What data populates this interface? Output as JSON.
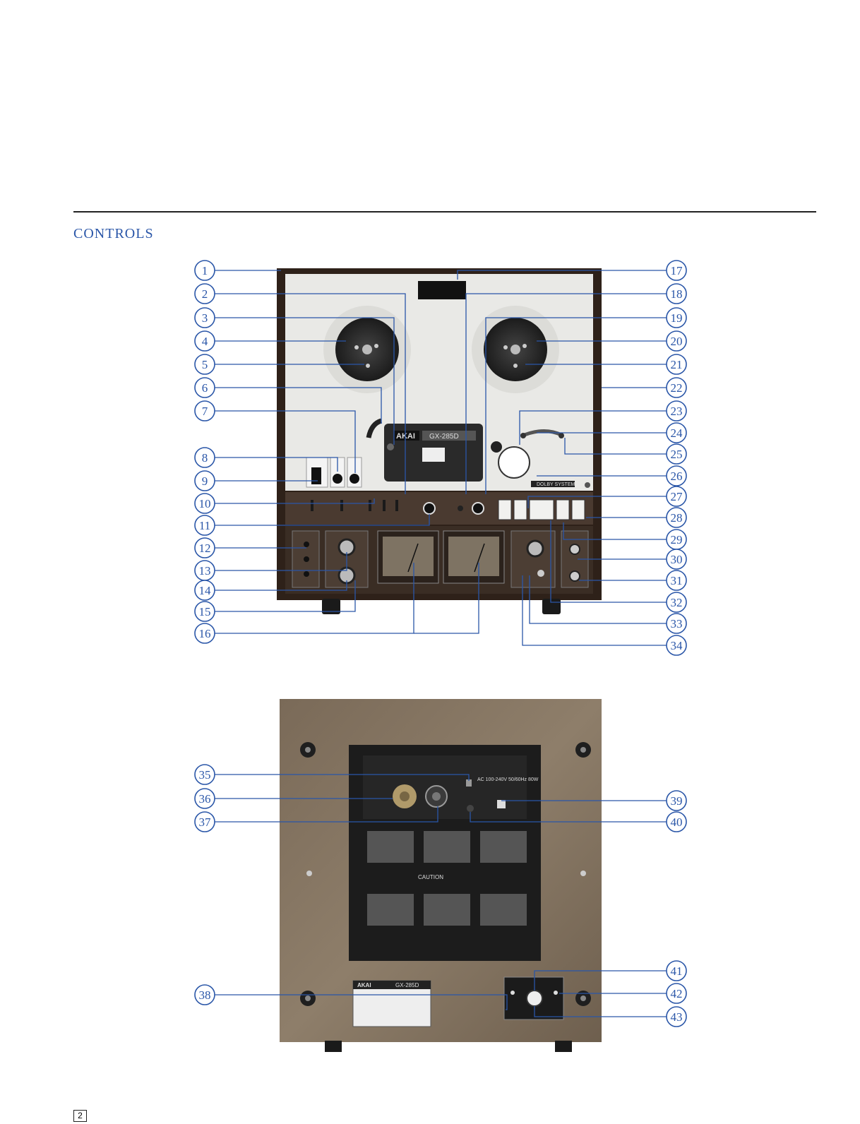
{
  "heading": "CONTROLS",
  "page_number": "2",
  "front_panel": {
    "brand": "AKAI",
    "model": "GX-285D",
    "dolby_label": "DOLBY SYSTEM",
    "left_callouts": [
      "1",
      "2",
      "3",
      "4",
      "5",
      "6",
      "7",
      "8",
      "9",
      "10",
      "11",
      "12",
      "13",
      "14",
      "15",
      "16"
    ],
    "right_callouts": [
      "17",
      "18",
      "19",
      "20",
      "21",
      "22",
      "23",
      "24",
      "25",
      "26",
      "27",
      "28",
      "29",
      "30",
      "31",
      "32",
      "33",
      "34"
    ]
  },
  "rear_panel": {
    "brand": "AKAI",
    "model": "GX-285D",
    "power_label": "AC 100-240V 50/60Hz 80W",
    "caution_label": "CAUTION",
    "left_callouts": [
      "35",
      "36",
      "37",
      "38"
    ],
    "right_callouts": [
      "39",
      "40",
      "41",
      "42",
      "43"
    ]
  },
  "colors": {
    "accent": "#2a56a8",
    "cabinet": "#3a2a20",
    "faceplate": "#e9e9e6"
  }
}
